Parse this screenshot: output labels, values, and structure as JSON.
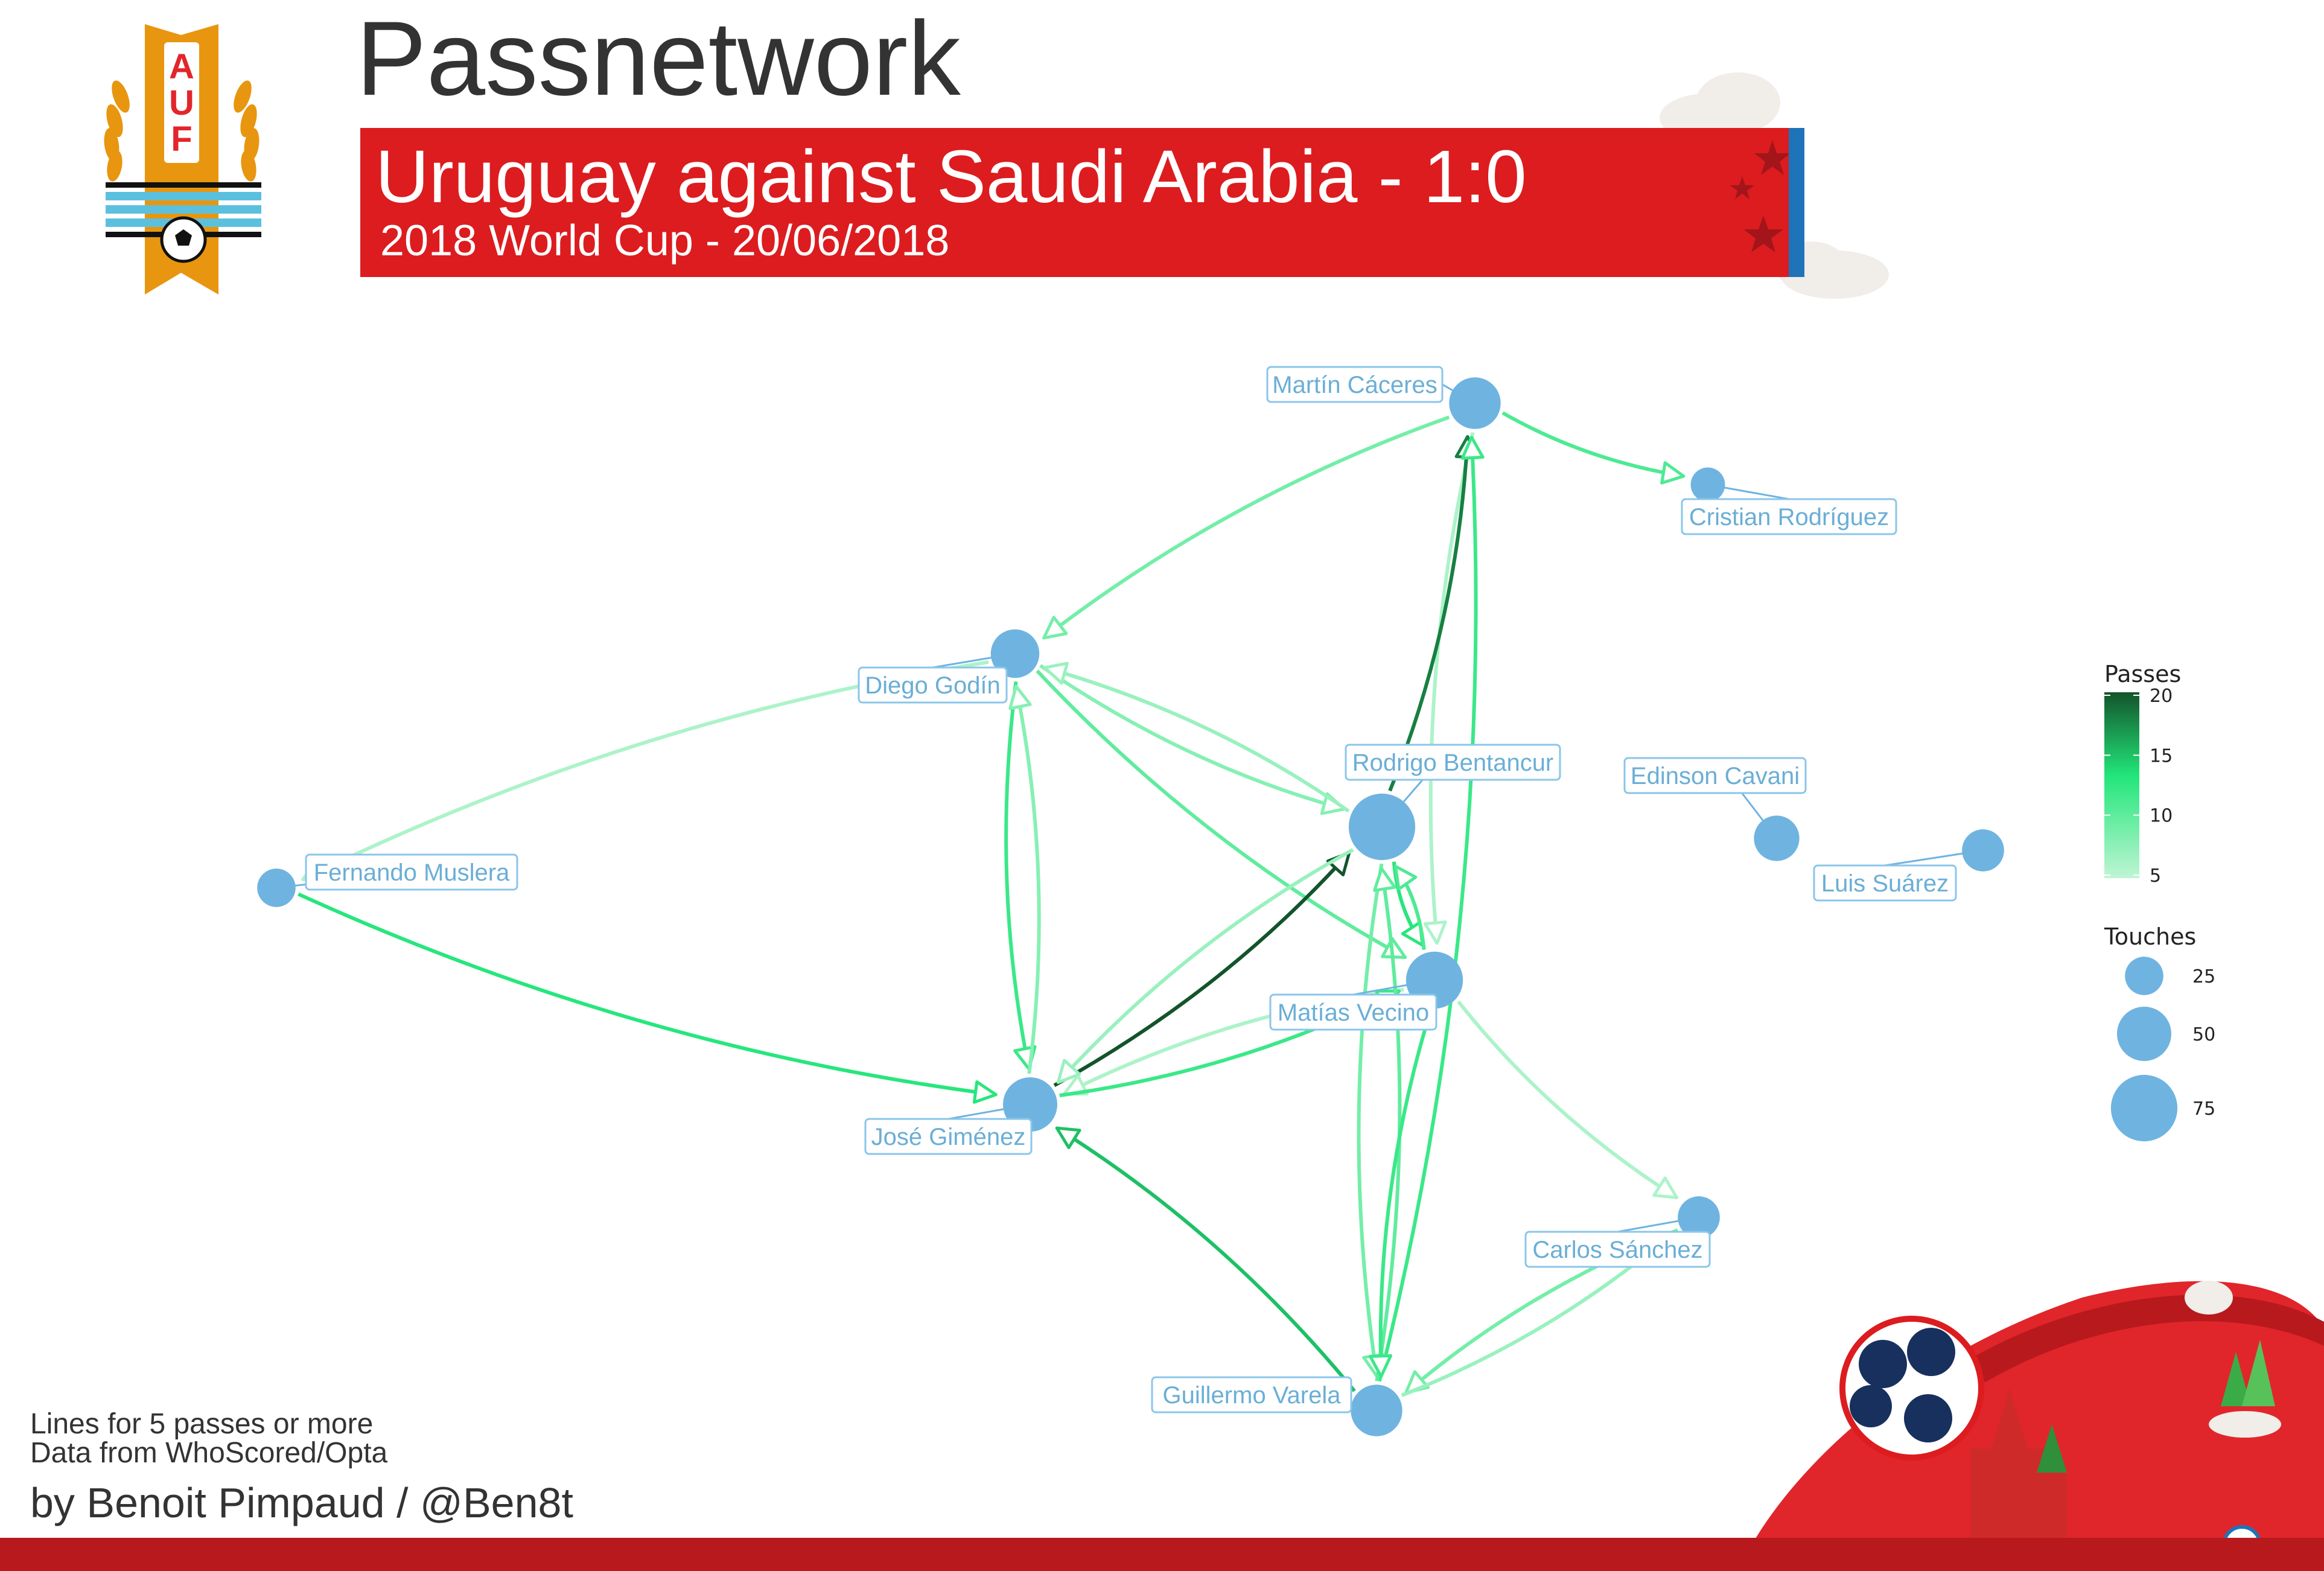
{
  "title": "Passnetwork",
  "match": {
    "title": "Uruguay against Saudi Arabia - 1:0",
    "subtitle": "2018 World Cup - 20/06/2018"
  },
  "logo": {
    "text": [
      "A",
      "U",
      "F"
    ],
    "icon": "auf-crest-icon"
  },
  "colors": {
    "banner": "#dc1c1f",
    "banner_stripe": "#1e73b9",
    "node": "#6fb4e0",
    "label_text": "#6aaed6",
    "pass_low": "#bff5d4",
    "pass_mid": "#22e67a",
    "pass_high": "#13542b"
  },
  "players": [
    {
      "name": "Martín Cáceres",
      "touches": 45
    },
    {
      "name": "Cristian Rodríguez",
      "touches": 20
    },
    {
      "name": "Diego Godín",
      "touches": 40
    },
    {
      "name": "Rodrigo Bentancur",
      "touches": 75
    },
    {
      "name": "Edinson Cavani",
      "touches": 35
    },
    {
      "name": "Luis Suárez",
      "touches": 30
    },
    {
      "name": "Fernando Muslera",
      "touches": 25
    },
    {
      "name": "Matías Vecino",
      "touches": 55
    },
    {
      "name": "José Giménez",
      "touches": 50
    },
    {
      "name": "Carlos Sánchez",
      "touches": 30
    },
    {
      "name": "Guillermo Varela",
      "touches": 45
    }
  ],
  "passes": [
    {
      "from": "Martín Cáceres",
      "to": "Cristian Rodríguez",
      "count": 11
    },
    {
      "from": "Martín Cáceres",
      "to": "Diego Godín",
      "count": 9
    },
    {
      "from": "Martín Cáceres",
      "to": "Matías Vecino",
      "count": 6
    },
    {
      "from": "Rodrigo Bentancur",
      "to": "Martín Cáceres",
      "count": 18
    },
    {
      "from": "Guillermo Varela",
      "to": "Martín Cáceres",
      "count": 12
    },
    {
      "from": "Diego Godín",
      "to": "Fernando Muslera",
      "count": 6
    },
    {
      "from": "Diego Godín",
      "to": "Rodrigo Bentancur",
      "count": 8
    },
    {
      "from": "Rodrigo Bentancur",
      "to": "Diego Godín",
      "count": 7
    },
    {
      "from": "Diego Godín",
      "to": "Matías Vecino",
      "count": 10
    },
    {
      "from": "Diego Godín",
      "to": "José Giménez",
      "count": 12
    },
    {
      "from": "José Giménez",
      "to": "Diego Godín",
      "count": 8
    },
    {
      "from": "Fernando Muslera",
      "to": "José Giménez",
      "count": 13
    },
    {
      "from": "José Giménez",
      "to": "Rodrigo Bentancur",
      "count": 20
    },
    {
      "from": "Matías Vecino",
      "to": "José Giménez",
      "count": 6
    },
    {
      "from": "José Giménez",
      "to": "Matías Vecino",
      "count": 12
    },
    {
      "from": "Rodrigo Bentancur",
      "to": "Matías Vecino",
      "count": 13
    },
    {
      "from": "Matías Vecino",
      "to": "Rodrigo Bentancur",
      "count": 11
    },
    {
      "from": "Rodrigo Bentancur",
      "to": "José Giménez",
      "count": 7
    },
    {
      "from": "Rodrigo Bentancur",
      "to": "Guillermo Varela",
      "count": 9
    },
    {
      "from": "Guillermo Varela",
      "to": "Rodrigo Bentancur",
      "count": 10
    },
    {
      "from": "Matías Vecino",
      "to": "Guillermo Varela",
      "count": 12
    },
    {
      "from": "Guillermo Varela",
      "to": "José Giménez",
      "count": 15
    },
    {
      "from": "Matías Vecino",
      "to": "Carlos Sánchez",
      "count": 6
    },
    {
      "from": "Carlos Sánchez",
      "to": "Guillermo Varela",
      "count": 9
    },
    {
      "from": "Guillermo Varela",
      "to": "Carlos Sánchez",
      "count": 7
    }
  ],
  "legend": {
    "passes_title": "Passes",
    "passes_ticks": [
      20,
      15,
      10,
      5
    ],
    "touches_title": "Touches",
    "touches_ticks": [
      25,
      50,
      75
    ]
  },
  "footer": {
    "note1": "Lines for 5 passes or more",
    "note2": "Data from WhoScored/Opta",
    "byline": "by Benoit Pimpaud / @Ben8t"
  }
}
